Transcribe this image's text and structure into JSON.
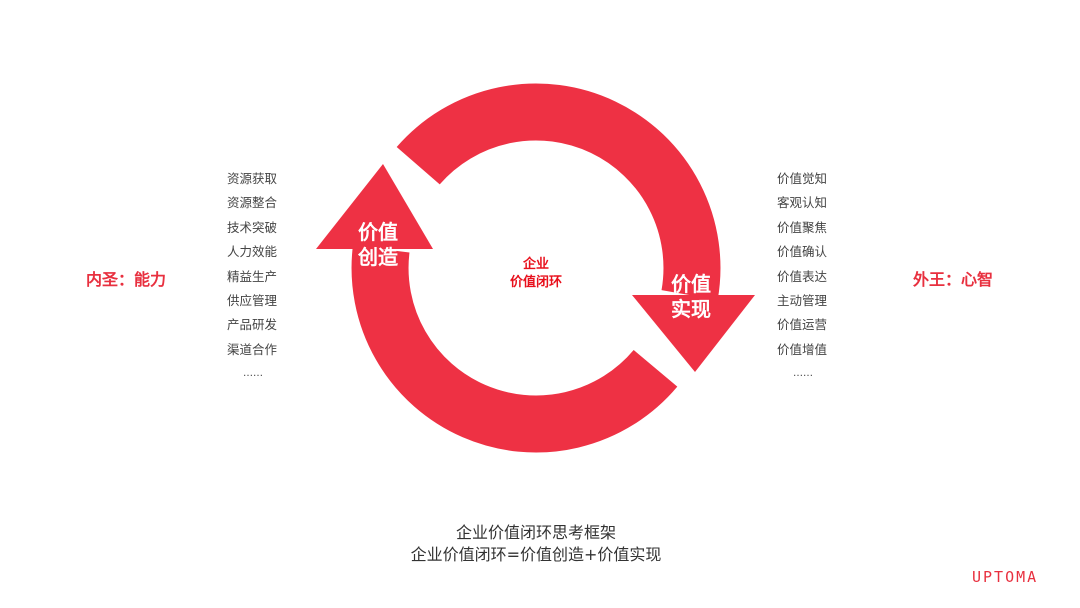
{
  "diagram": {
    "center_label": [
      "企业",
      "价值闭环"
    ],
    "arrow_create": [
      "价值",
      "创造"
    ],
    "arrow_realize": [
      "价值",
      "实现"
    ],
    "left_heading": "内圣：能力",
    "right_heading": "外王：心智",
    "left_items": [
      "资源获取",
      "资源整合",
      "技术突破",
      "人力效能",
      "精益生产",
      "供应管理",
      "产品研发",
      "渠道合作",
      "……"
    ],
    "right_items": [
      "价值觉知",
      "客观认知",
      "价值聚焦",
      "价值确认",
      "价值表达",
      "主动管理",
      "价值运营",
      "价值增值",
      "……"
    ],
    "accent_color": "#ee3144"
  },
  "caption": {
    "line1": "企业价值闭环思考框架",
    "line2": "企业价值闭环=价值创造+价值实现"
  },
  "logo": "UPTOMA"
}
